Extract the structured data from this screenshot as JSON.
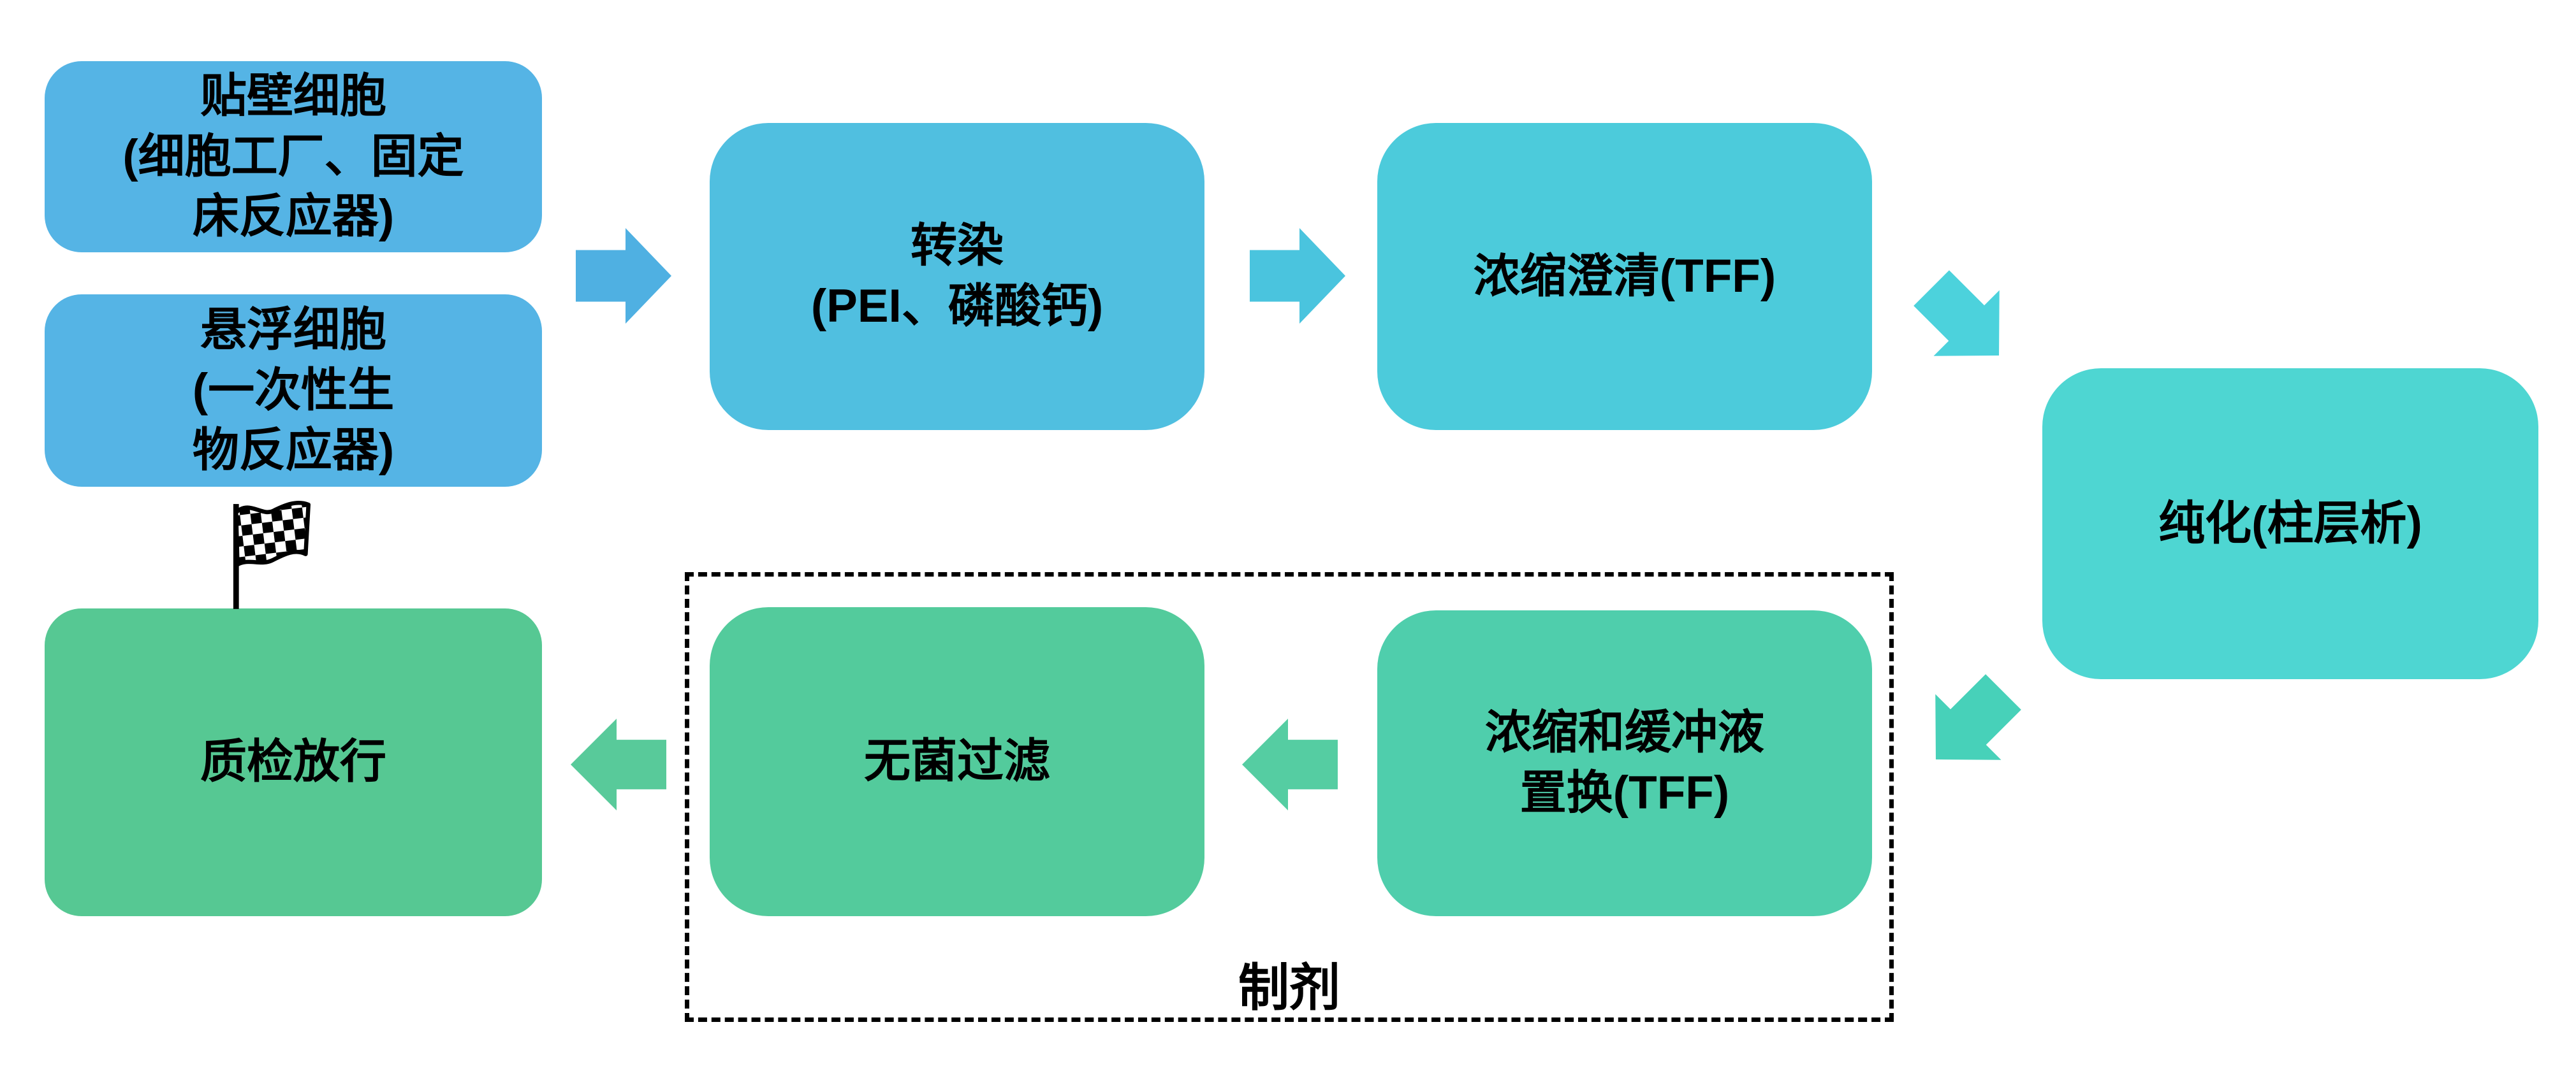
{
  "nodes": {
    "adherent": {
      "label": "贴壁细胞\n(细胞工厂、固定\n床反应器)",
      "color": "#55B4E5"
    },
    "suspension": {
      "label": "悬浮细胞\n(一次性生\n物反应器)",
      "color": "#55B4E5"
    },
    "transfection": {
      "label": "转染\n(PEI、磷酸钙)",
      "color": "#50BFE0"
    },
    "tff_clarify": {
      "label": "浓缩澄清(TFF)",
      "color": "#4CCBDB"
    },
    "purification": {
      "label": "纯化(柱层析)",
      "color": "#4ED6D2"
    },
    "tff_exchange": {
      "label": "浓缩和缓冲液\n置换(TFF)",
      "color": "#4FCEAC"
    },
    "sterile": {
      "label": "无菌过滤",
      "color": "#53CB9C"
    },
    "qc": {
      "label": "质检放行",
      "color": "#56C893"
    }
  },
  "group": {
    "label": "制剂",
    "border_color": "#000000"
  },
  "icons": {
    "finish_flag": "checkered-flag-icon"
  },
  "palette": {
    "arrow_cells_to_transfection": "#4FB0E2",
    "arrow_transfection_to_clarify": "#4AC4DE",
    "arrow_clarify_to_purification": "#4CD2DC",
    "arrow_purification_to_exchange": "#47D1B9",
    "arrow_exchange_to_sterile": "#55CDA2",
    "arrow_sterile_to_qc": "#58CA9A",
    "text": "#000000",
    "background": "#FFFFFF"
  }
}
